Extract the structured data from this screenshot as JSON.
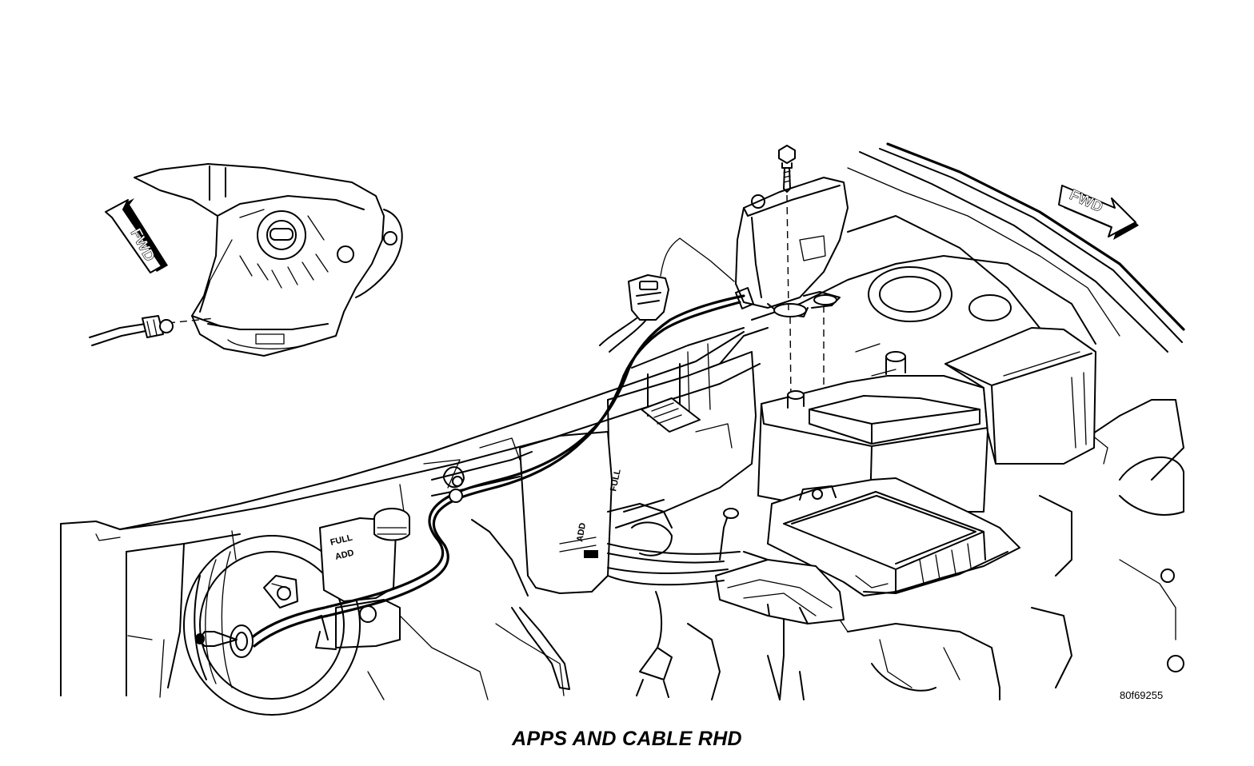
{
  "caption": "APPS AND CABLE RHD",
  "figure_id": "80f69255",
  "arrows": {
    "left_label": "FWD",
    "right_label": "FWD"
  },
  "reservoir_labels": {
    "coolant_full": "FULL",
    "coolant_add": "ADD",
    "brake_full": "FULL",
    "brake_add": "ADD"
  }
}
